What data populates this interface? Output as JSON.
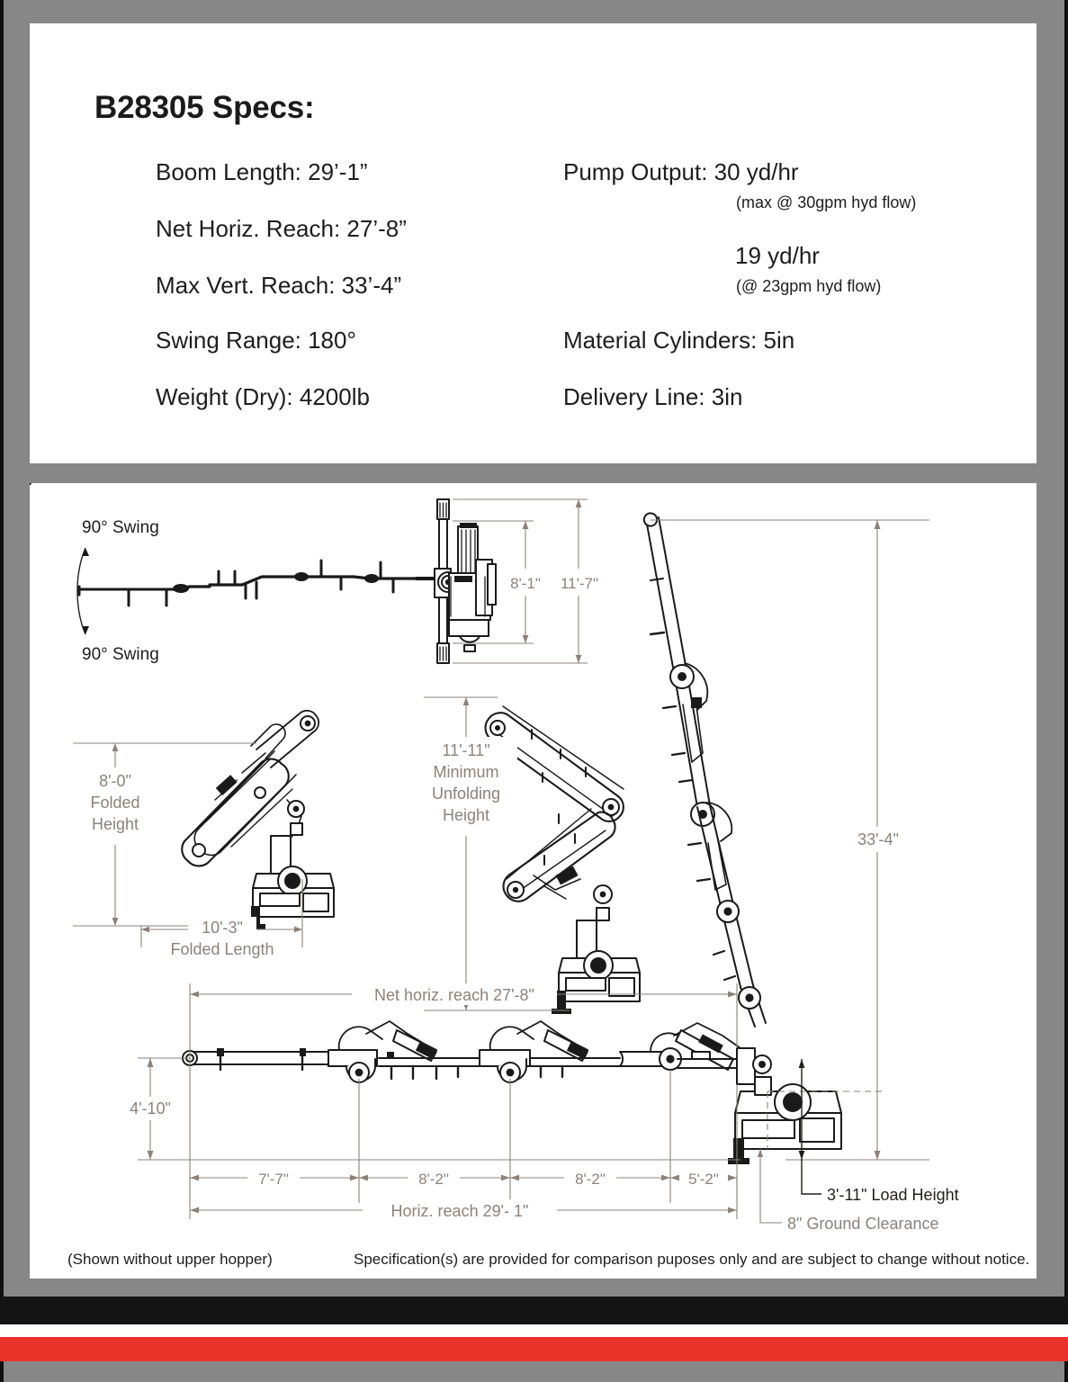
{
  "page": {
    "background_color": "#878787",
    "panel_color": "#ffffff",
    "accent_red": "#e8322a",
    "accent_black": "#141414",
    "dim_gray": "#8d8178"
  },
  "spec_panel": {
    "title": "B28305 Specs:",
    "left_column": [
      {
        "label": "Boom Length:",
        "value": "29’-1”"
      },
      {
        "label": "Net Horiz. Reach:",
        "value": "27’-8”"
      },
      {
        "label": "Max Vert. Reach:",
        "value": "33’-4”"
      },
      {
        "label": "Swing Range:",
        "value": "180°"
      },
      {
        "label": "Weight (Dry):",
        "value": "4200lb"
      }
    ],
    "left_lines": [
      "Boom Length:  29’-1”",
      "Net Horiz. Reach:  27’-8”",
      "Max Vert. Reach:  33’-4”",
      "Swing Range:  180°",
      "Weight (Dry): 4200lb"
    ],
    "right_lines": {
      "pump_output": "Pump Output:  30 yd/hr",
      "pump_output_note": "(max @ 30gpm hyd flow)",
      "pump_output_alt": "19 yd/hr",
      "pump_output_alt_note": "(@ 23gpm hyd flow)",
      "material_cylinders": "Material Cylinders: 5in",
      "delivery_line": "Delivery Line: 3in"
    }
  },
  "diagram": {
    "top_view": {
      "swing_top_label": "90° Swing",
      "swing_bottom_label": "90° Swing",
      "inner_width": "8'-1\"",
      "outer_width": "11'-7\""
    },
    "folded_view": {
      "height_value": "8'-0\"",
      "height_label_line1": "Folded",
      "height_label_line2": "Height",
      "length_value": "10'-3\"",
      "length_label": "Folded Length"
    },
    "unfolding_view": {
      "value": "11'-11\"",
      "label_line1": "Minimum",
      "label_line2": "Unfolding",
      "label_line3": "Height"
    },
    "main_view": {
      "vertical_reach": "33'-4\"",
      "net_horiz_reach": "Net horiz. reach  27'-8\"",
      "boom_height": "4'-10\"",
      "segments": [
        "7'-7\"",
        "8'-2\"",
        "8'-2\"",
        "5'-2\""
      ],
      "total_reach": "Horiz. reach  29'- 1\"",
      "load_height": "3'-11\" Load Height",
      "ground_clearance": "8\" Ground Clearance"
    },
    "footer": {
      "note_left": "(Shown without upper hopper)",
      "note_right": "Specification(s) are provided for comparison puposes only and are subject to change without notice."
    }
  }
}
